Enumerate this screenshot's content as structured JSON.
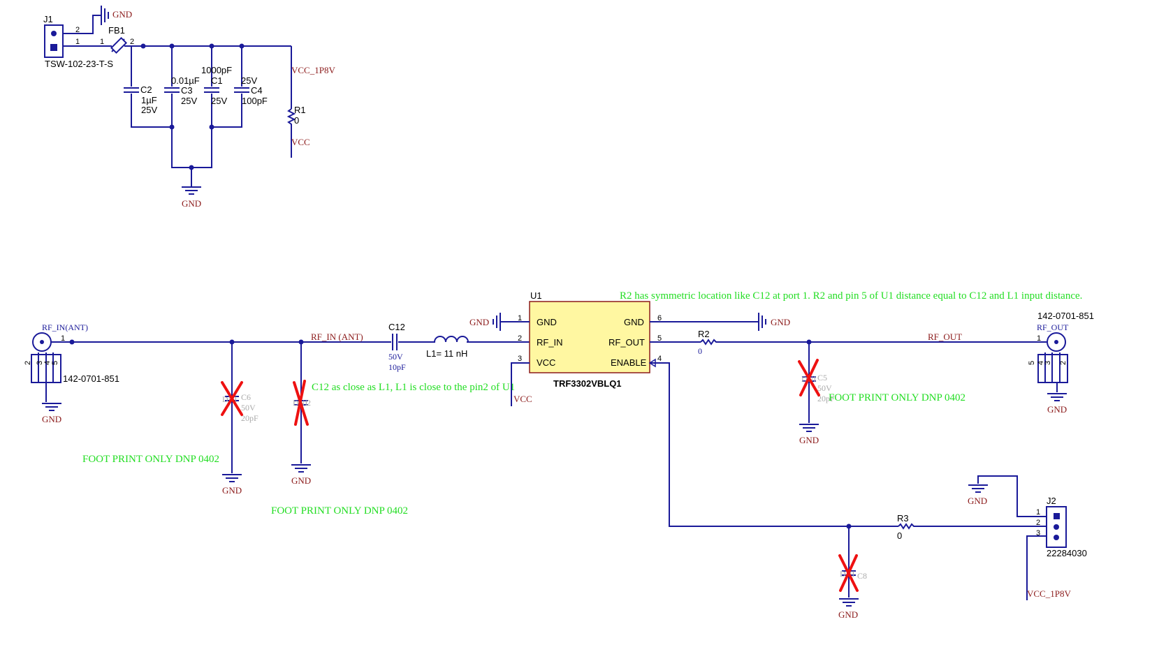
{
  "colors": {
    "wire": "#1a1a99",
    "net_label": "#8b1a1a",
    "note": "#22dd22",
    "dnp_cross": "#ee1111",
    "ic_fill": "#fff7a1"
  },
  "power": {
    "j1_ref": "J1",
    "j1_part": "TSW-102-23-T-S",
    "j1_pin2": "2",
    "j1_pin1": "1",
    "fb1_ref": "FB1",
    "fb1_pin1": "1",
    "fb1_pin2": "2",
    "gnd_top": "GND",
    "gnd_bottom": "GND",
    "c2_ref": "C2",
    "c2_val": "1µF",
    "c2_volt": "25V",
    "c3_ref": "C3",
    "c3_val": "0.01µF",
    "c3_volt": "25V",
    "c1_ref": "C1",
    "c1_val": "1000pF",
    "c1_volt": "25V",
    "c4_ref": "C4",
    "c4_val": "100pF",
    "c4_volt": "25V",
    "vcc_1p8v": "VCC_1P8V",
    "r1_ref": "R1",
    "r1_val": "0",
    "vcc": "VCC"
  },
  "rf": {
    "j_in_net": "RF_IN(ANT)",
    "j_in_pin": "1",
    "j_in_part": "142-0701-851",
    "j_in_pins": [
      "2",
      "3",
      "4",
      "5"
    ],
    "gnd_jin": "GND",
    "c6_ref": "C6",
    "c6_volt": "50V",
    "c6_val": "20pF",
    "c6_dnp": "DNI",
    "gnd_c6": "GND",
    "c7_ref": "2",
    "c7_dnp": "DNI",
    "gnd_c7": "GND",
    "net_rf_in": "RF_IN (ANT)",
    "c12_ref": "C12",
    "c12_volt": "50V",
    "c12_val": "10pF",
    "l1_label": "L1= 11 nH",
    "u1_ref": "U1",
    "u1_part": "TRF3302VBLQ1",
    "u1_pins": {
      "p1_num": "1",
      "p1_name": "GND",
      "p2_num": "2",
      "p2_name": "RF_IN",
      "p3_num": "3",
      "p3_name": "VCC",
      "p6_num": "6",
      "p6_name": "GND",
      "p5_num": "5",
      "p5_name": "RF_OUT",
      "p4_num": "4",
      "p4_name": "ENABLE"
    },
    "gnd_u1_left": "GND",
    "gnd_u1_right": "GND",
    "vcc_u1": "VCC",
    "r2_ref": "R2",
    "r2_val": "0",
    "c5_ref": "C5",
    "c5_volt": "50V",
    "c5_val": "20pF",
    "c5_dnp": "DNI",
    "gnd_c5": "GND",
    "net_rf_out": "RF_OUT",
    "j_out_part": "142-0701-851",
    "j_out_net": "RF_OUT",
    "j_out_pin": "1",
    "j_out_pins": [
      "5",
      "4",
      "3",
      "2"
    ],
    "gnd_jout": "GND",
    "r3_ref": "R3",
    "r3_val": "0",
    "c8_ref": "C8",
    "c8_dnp": "DNI",
    "gnd_c8": "GND",
    "j2_ref": "J2",
    "j2_part": "22284030",
    "j2_pins": [
      "1",
      "2",
      "3"
    ],
    "gnd_j2": "GND",
    "vcc_j2": "VCC_1P8V"
  },
  "notes": {
    "r2_note": "R2 has symmetric location like C12 at port 1. R2 and pin 5 of U1 distance equal to C12 and L1 input distance.",
    "c12_note": "C12 as close as L1, L1 is close to the pin2 of U1",
    "fp_c6": "FOOT PRINT ONLY DNP 0402",
    "fp_c7": "FOOT PRINT ONLY DNP 0402",
    "fp_c5": "FOOT PRINT ONLY DNP 0402"
  }
}
